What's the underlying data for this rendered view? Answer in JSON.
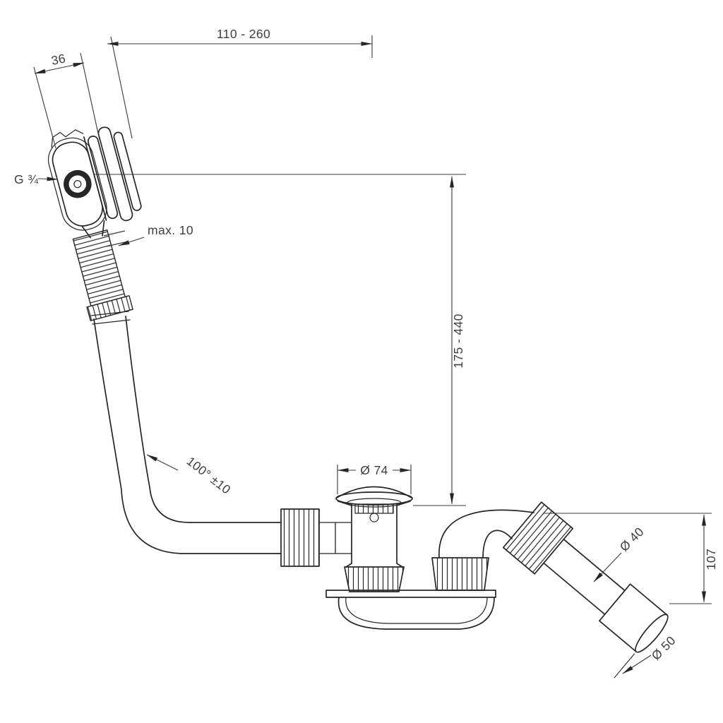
{
  "colors": {
    "background": "#ffffff",
    "line": "#262626",
    "text": "#3f3f3f"
  },
  "labels": {
    "width_range": "110 - 260",
    "depth": "36",
    "thread": "G ¾",
    "max_wall": "max. 10",
    "hose_angle": "100° ±10",
    "waste_diameter": "Ø 74",
    "height_range": "175 - 440",
    "outlet_height": "107",
    "pipe_diameter": "Ø 40",
    "outlet_diameter": "Ø 50"
  }
}
